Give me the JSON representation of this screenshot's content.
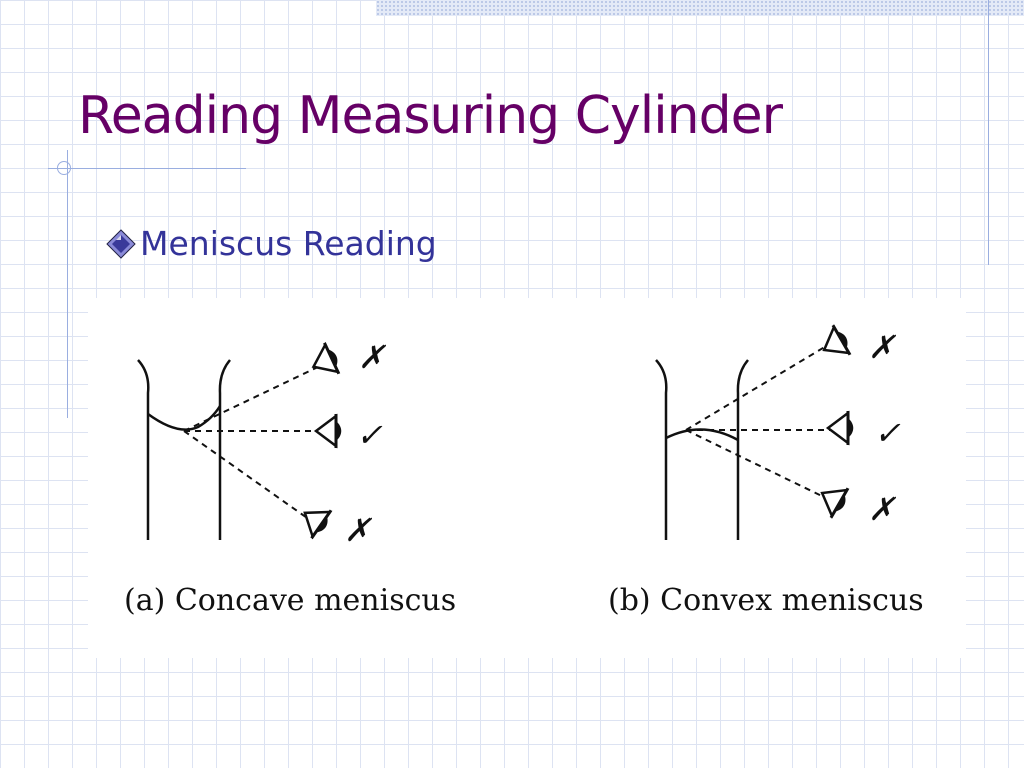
{
  "slide": {
    "title": "Reading Measuring Cylinder",
    "bullet": "Meniscus Reading"
  },
  "figure": {
    "panels": [
      {
        "caption": "(a)  Concave meniscus",
        "readings": [
          {
            "position": "above",
            "mark": "✗"
          },
          {
            "position": "level",
            "mark": "✓"
          },
          {
            "position": "below",
            "mark": "✗"
          }
        ]
      },
      {
        "caption": "(b)  Convex meniscus",
        "readings": [
          {
            "position": "above",
            "mark": "✗"
          },
          {
            "position": "level",
            "mark": "✓"
          },
          {
            "position": "below",
            "mark": "✗"
          }
        ]
      }
    ]
  },
  "colors": {
    "title": "#660066",
    "bullet_text": "#333399",
    "grid": "#dde3f2",
    "accent_line": "#9aaee0"
  },
  "icons": {
    "bullet": "diamond-bullet-icon",
    "eye": "eye-icon"
  }
}
